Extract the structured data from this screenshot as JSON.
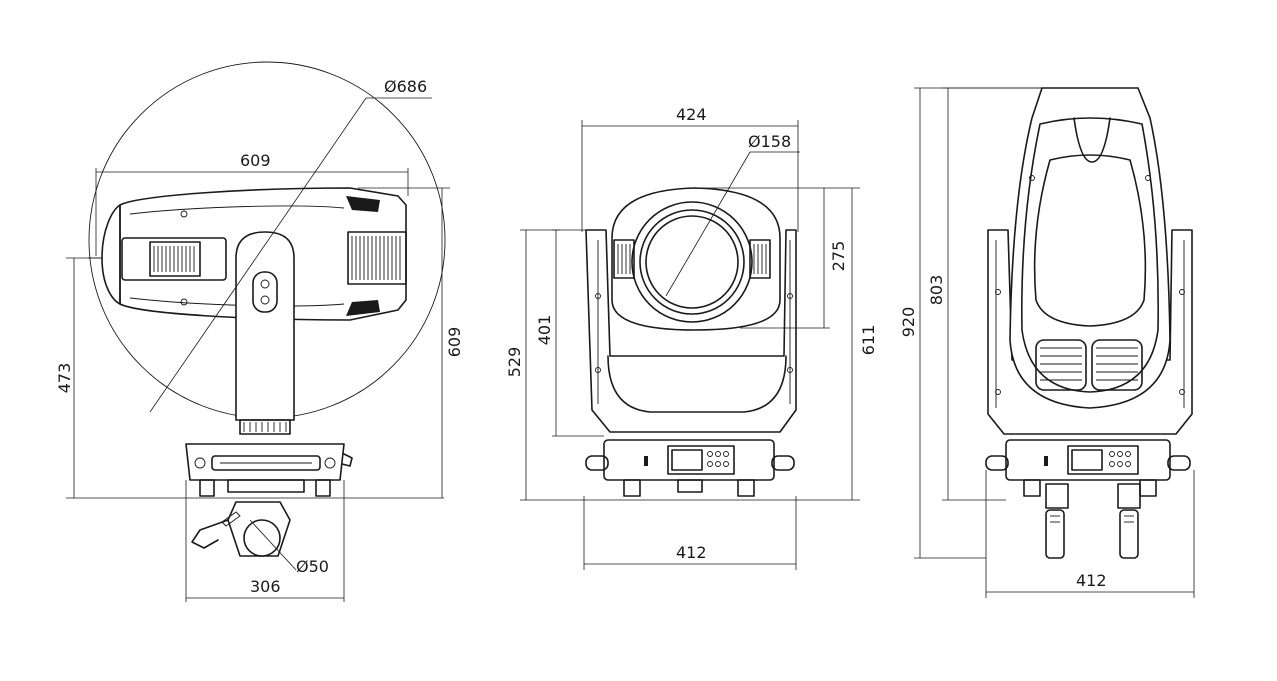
{
  "side_view": {
    "dim_diameter_head": "Ø686",
    "dim_head_length": "609",
    "dim_pivot_height": "473",
    "dim_total_height": "609",
    "dim_clamp_diameter": "Ø50",
    "dim_base_width": "306"
  },
  "front_view": {
    "dim_width_top": "424",
    "dim_lens_diameter": "Ø158",
    "dim_head_height": "275",
    "dim_arm_height": "401",
    "dim_tilt_height": "529",
    "dim_total_height": "611",
    "dim_base_width": "412"
  },
  "rear_view": {
    "dim_total_height": "920",
    "dim_body_height": "803",
    "dim_base_width": "412"
  },
  "colors": {
    "line": "#1a1a1a",
    "background": "#ffffff"
  }
}
